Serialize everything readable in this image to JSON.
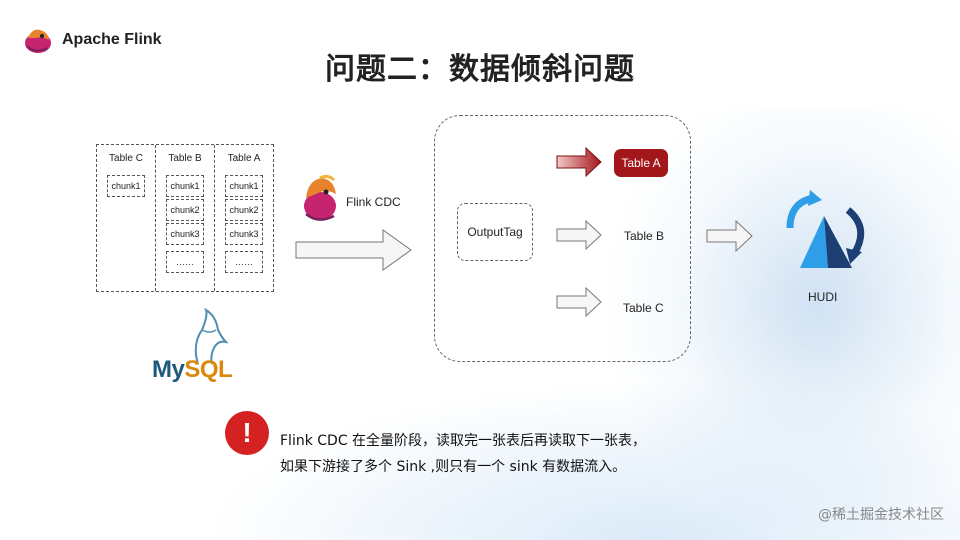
{
  "header": {
    "brand": "Apache Flink"
  },
  "slide": {
    "title": "问题二：数据倾斜问题"
  },
  "source_tables": [
    {
      "name": "Table C",
      "chunks": [
        "chunk1"
      ]
    },
    {
      "name": "Table B",
      "chunks": [
        "chunk1",
        "chunk2",
        "chunk3",
        "……"
      ]
    },
    {
      "name": "Table A",
      "chunks": [
        "chunk1",
        "chunk2",
        "chunk3",
        "……"
      ]
    }
  ],
  "mysql_logo": {
    "text_my": "My",
    "text_sql": "SQL"
  },
  "pipeline": {
    "flink_cdc_label": "Flink CDC",
    "outputtag_label": "OutputTag"
  },
  "sinks": [
    {
      "label": "Table A",
      "active": true
    },
    {
      "label": "Table B",
      "active": false
    },
    {
      "label": "Table C",
      "active": false
    }
  ],
  "hudi": {
    "label": "HUDI"
  },
  "note": {
    "line1": "Flink CDC 在全量阶段，读取完一张表后再读取下一张表，",
    "line2": "如果下游接了多个 Sink ,则只有一个 sink 有数据流入。",
    "icon": "!"
  },
  "watermark": "@稀土掘金技术社区",
  "colors": {
    "active_red": "#a3161a",
    "warn_red": "#d42121",
    "hudi_blue": "#2f9ee8",
    "hudi_navy": "#1d3f73"
  }
}
